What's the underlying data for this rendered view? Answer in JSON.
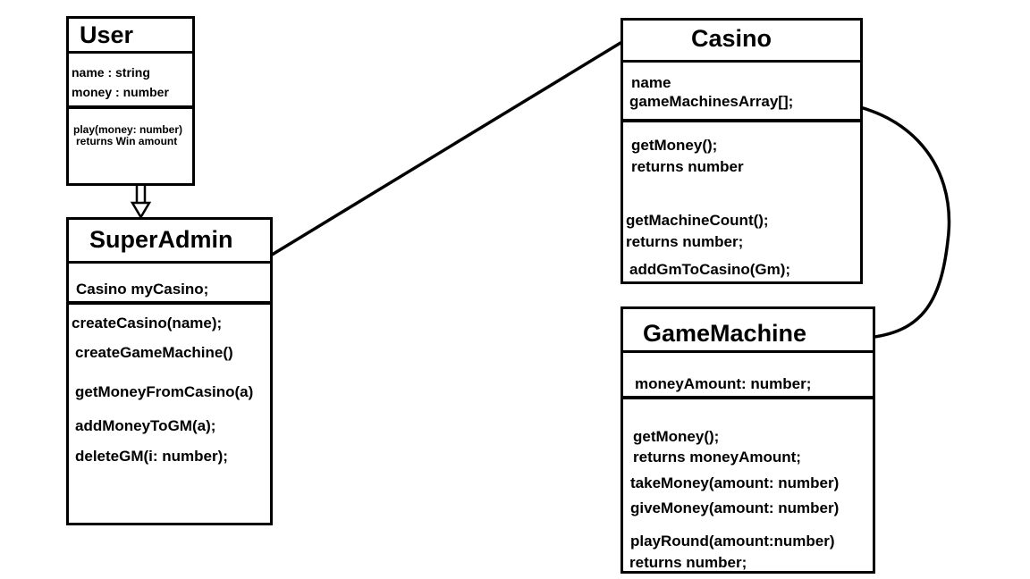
{
  "user": {
    "title": "User",
    "attributes": [
      "name : string",
      "money : number"
    ],
    "methods": [
      "play(money: number)",
      "returns Win amount"
    ]
  },
  "superadmin": {
    "title": "SuperAdmin",
    "attributes": [
      "Casino myCasino;"
    ],
    "methods": [
      "createCasino(name);",
      "createGameMachine()",
      "getMoneyFromCasino(a)",
      "addMoneyToGM(a);",
      "deleteGM(i: number);"
    ]
  },
  "casino": {
    "title": "Casino",
    "attributes": [
      "name",
      "gameMachinesArray[];"
    ],
    "methods": [
      "getMoney();",
      "returns number",
      "getMachineCount();",
      "returns number;",
      "addGmToCasino(Gm);"
    ]
  },
  "gamemachine": {
    "title": "GameMachine",
    "attributes": [
      "moneyAmount: number;"
    ],
    "methods": [
      "getMoney();",
      "returns moneyAmount;",
      "takeMoney(amount: number)",
      "giveMoney(amount: number)",
      "playRound(amount:number)",
      "returns number;"
    ]
  }
}
